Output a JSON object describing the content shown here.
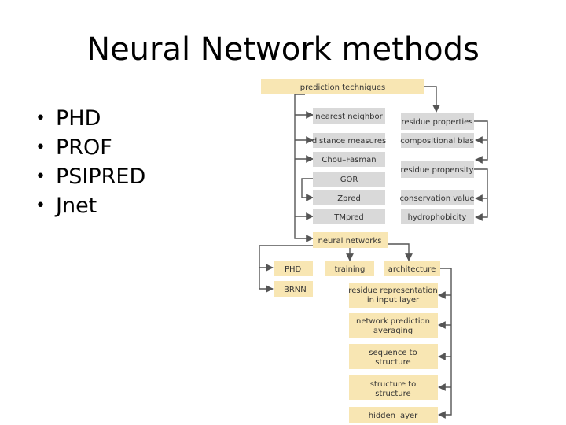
{
  "slide": {
    "title": "Neural Network methods",
    "bullets": [
      "PHD",
      "PROF",
      "PSIPRED",
      "Jnet"
    ]
  },
  "diagram": {
    "root": "prediction techniques",
    "methods": [
      "nearest neighbor",
      "distance measures",
      "Chou–Fasman",
      "GOR",
      "Zpred",
      "TMpred"
    ],
    "properties": [
      "residue properties",
      "compositional bias",
      "residue propensity",
      "conservation value",
      "hydrophobicity"
    ],
    "neural": "neural networks",
    "nn_children": [
      "training",
      "architecture"
    ],
    "nn_methods": [
      "PHD",
      "BRNN"
    ],
    "architecture_items": [
      [
        "residue representation",
        "in input layer"
      ],
      [
        "network prediction",
        "averaging"
      ],
      [
        "sequence to",
        "structure"
      ],
      [
        "structure to",
        "structure"
      ],
      [
        "hidden layer"
      ]
    ],
    "colors": {
      "yellow": "#f8e6b3",
      "gray": "#d9d9d9",
      "line": "#555555"
    }
  }
}
